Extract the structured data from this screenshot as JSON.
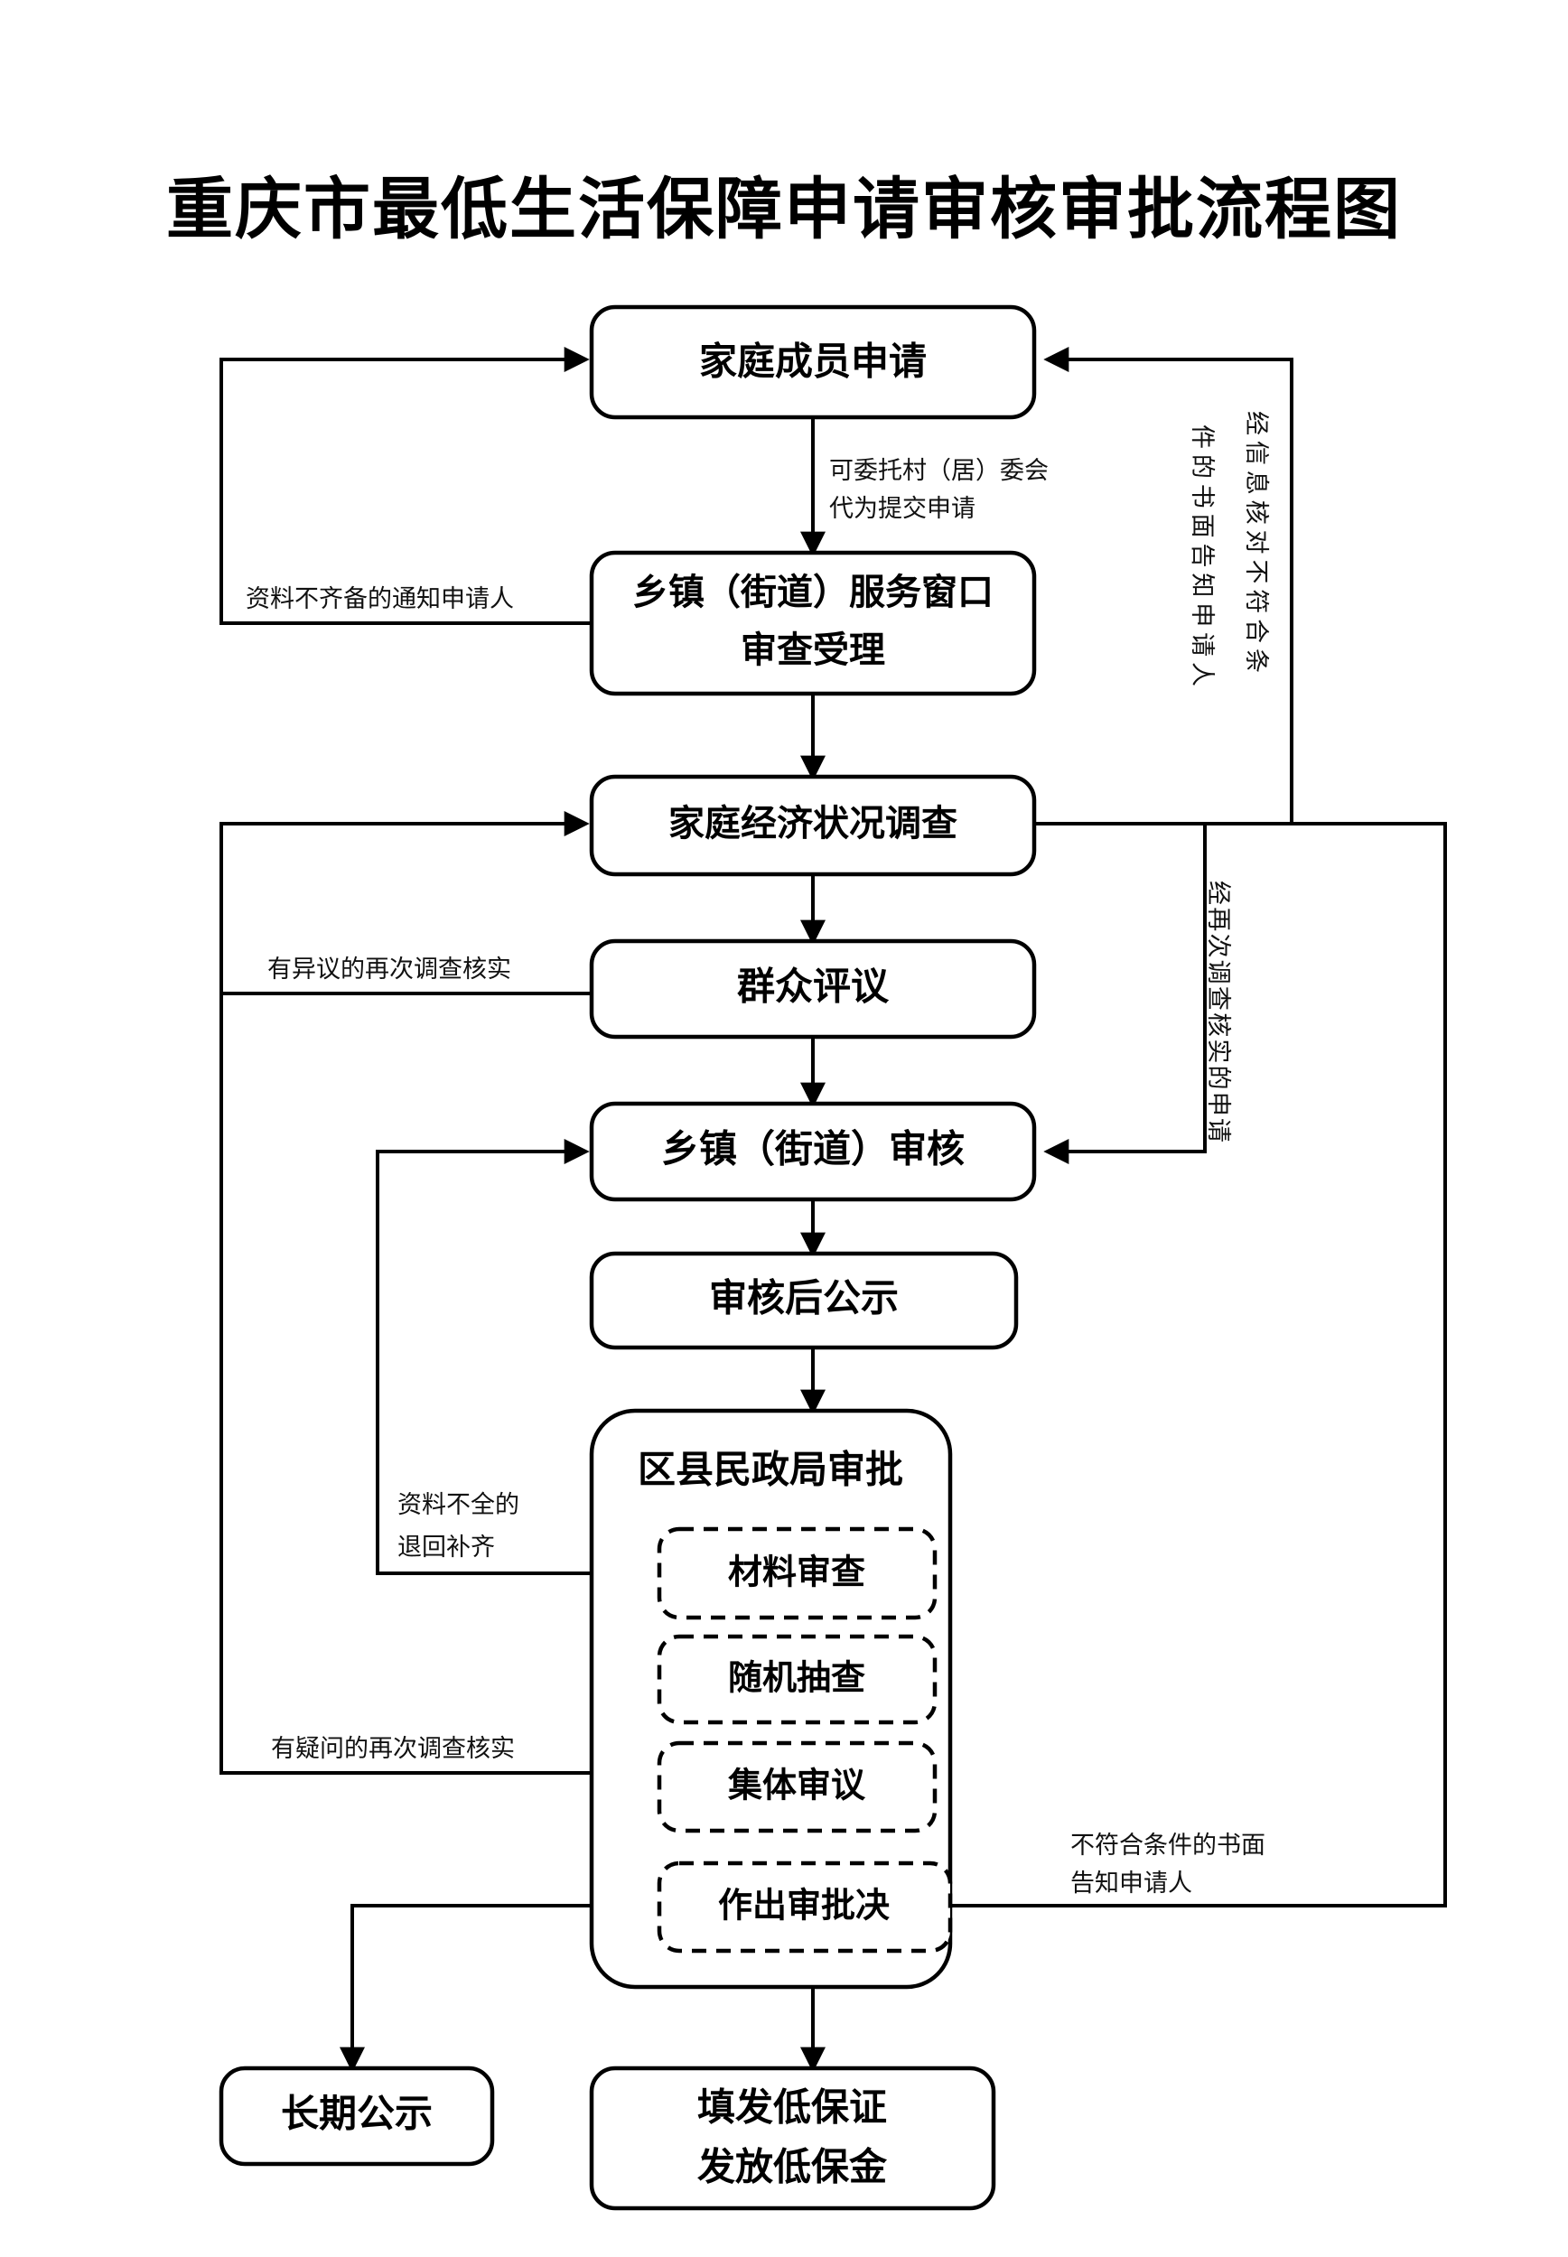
{
  "title": "重庆市最低生活保障申请审核审批流程图",
  "nodes": {
    "apply": "家庭成员申请",
    "window_l1": "乡镇（街道）服务窗口",
    "window_l2": "审查受理",
    "survey": "家庭经济状况调查",
    "public_review": "群众评议",
    "township_audit": "乡镇（街道）审核",
    "post_audit_publicity": "审核后公示",
    "approval_title": "区县民政局审批",
    "approval_steps": [
      "材料审查",
      "随机抽查",
      "集体审议",
      "作出审批决"
    ],
    "long_publicity": "长期公示",
    "issue_l1": "填发低保证",
    "issue_l2": "发放低保金"
  },
  "edge_labels": {
    "delegate_l1": "可委托村（居）委会",
    "delegate_l2": "代为提交申请",
    "incomplete_notice": "资料不齐备的通知申请人",
    "objection_recheck": "有异议的再次调查核实",
    "incomplete_return_l1": "资料不全的",
    "incomplete_return_l2": "退回补齐",
    "doubt_recheck": "有疑问的再次调查核实",
    "reject_written_l1": "不符合条件的书面",
    "reject_written_l2": "告知申请人",
    "info_mismatch_col_right": "经信息核对不符合条",
    "info_mismatch_col_left": "件的书面告知申请人",
    "recheck_application": "经再次调查核实的申请"
  },
  "colors": {
    "ink": "#000000",
    "paper": "#ffffff"
  }
}
